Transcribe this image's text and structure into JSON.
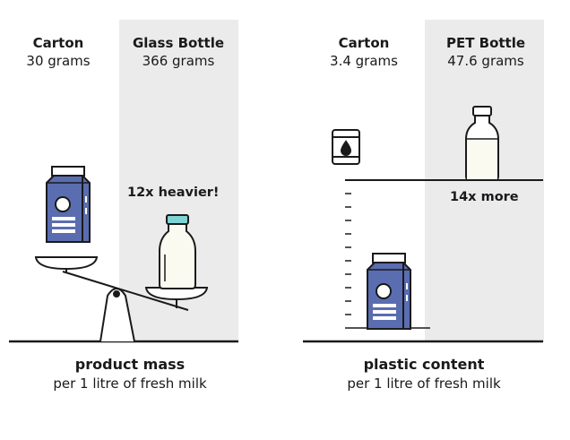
{
  "left": {
    "carton": {
      "title": "Carton",
      "value": "30 grams"
    },
    "other": {
      "title": "Glass Bottle",
      "value": "366 grams"
    },
    "note": "12x heavier!",
    "caption": {
      "title": "product mass",
      "subtitle": "per 1 litre of fresh milk"
    }
  },
  "right": {
    "carton": {
      "title": "Carton",
      "value": "3.4 grams"
    },
    "other": {
      "title": "PET Bottle",
      "value": "47.6 grams"
    },
    "note": "14x more",
    "caption": {
      "title": "plastic content",
      "subtitle": "per 1 litre of fresh milk"
    }
  },
  "colors": {
    "carton_blue": "#5a6db0",
    "shade": "#ebebeb",
    "bottle_cap": "#7fd3d3",
    "milk": "#fafaf0"
  },
  "icons": [
    "milk-carton-icon",
    "glass-bottle-icon",
    "pet-bottle-icon",
    "oil-barrel-icon",
    "balance-scale-icon"
  ]
}
